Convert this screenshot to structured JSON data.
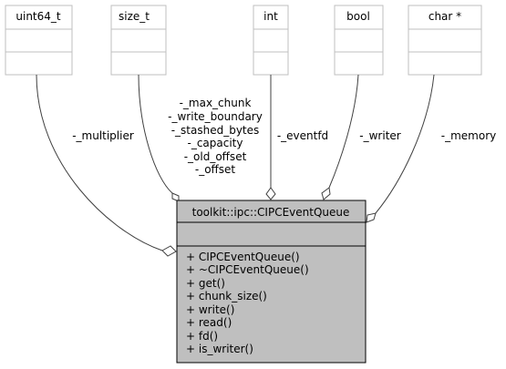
{
  "main_class": {
    "name": "toolkit::ipc::CIPCEventQueue",
    "methods": [
      "+ CIPCEventQueue()",
      "+ ~CIPCEventQueue()",
      "+ get()",
      "+ chunk_size()",
      "+ write()",
      "+ read()",
      "+ fd()",
      "+ is_writer()"
    ]
  },
  "type_boxes": [
    {
      "name": "uint64_t"
    },
    {
      "name": "size_t"
    },
    {
      "name": "int"
    },
    {
      "name": "bool"
    },
    {
      "name": "char *"
    }
  ],
  "relations": [
    {
      "from": "uint64_t",
      "labels": [
        "-_multiplier"
      ]
    },
    {
      "from": "size_t",
      "labels": [
        "-_max_chunk",
        "-_write_boundary",
        "-_stashed_bytes",
        "-_capacity",
        "-_old_offset",
        "-_offset"
      ]
    },
    {
      "from": "int",
      "labels": [
        "-_eventfd"
      ]
    },
    {
      "from": "bool",
      "labels": [
        "-_writer"
      ]
    },
    {
      "from": "char *",
      "labels": [
        "-_memory"
      ]
    }
  ],
  "colors": {
    "box_fill": "#ffffff",
    "box_stroke": "#bfbfbf",
    "main_fill": "#bfbfbf",
    "main_stroke": "#000000",
    "edge_stroke": "#404040",
    "diamond_fill": "#ffffff"
  }
}
